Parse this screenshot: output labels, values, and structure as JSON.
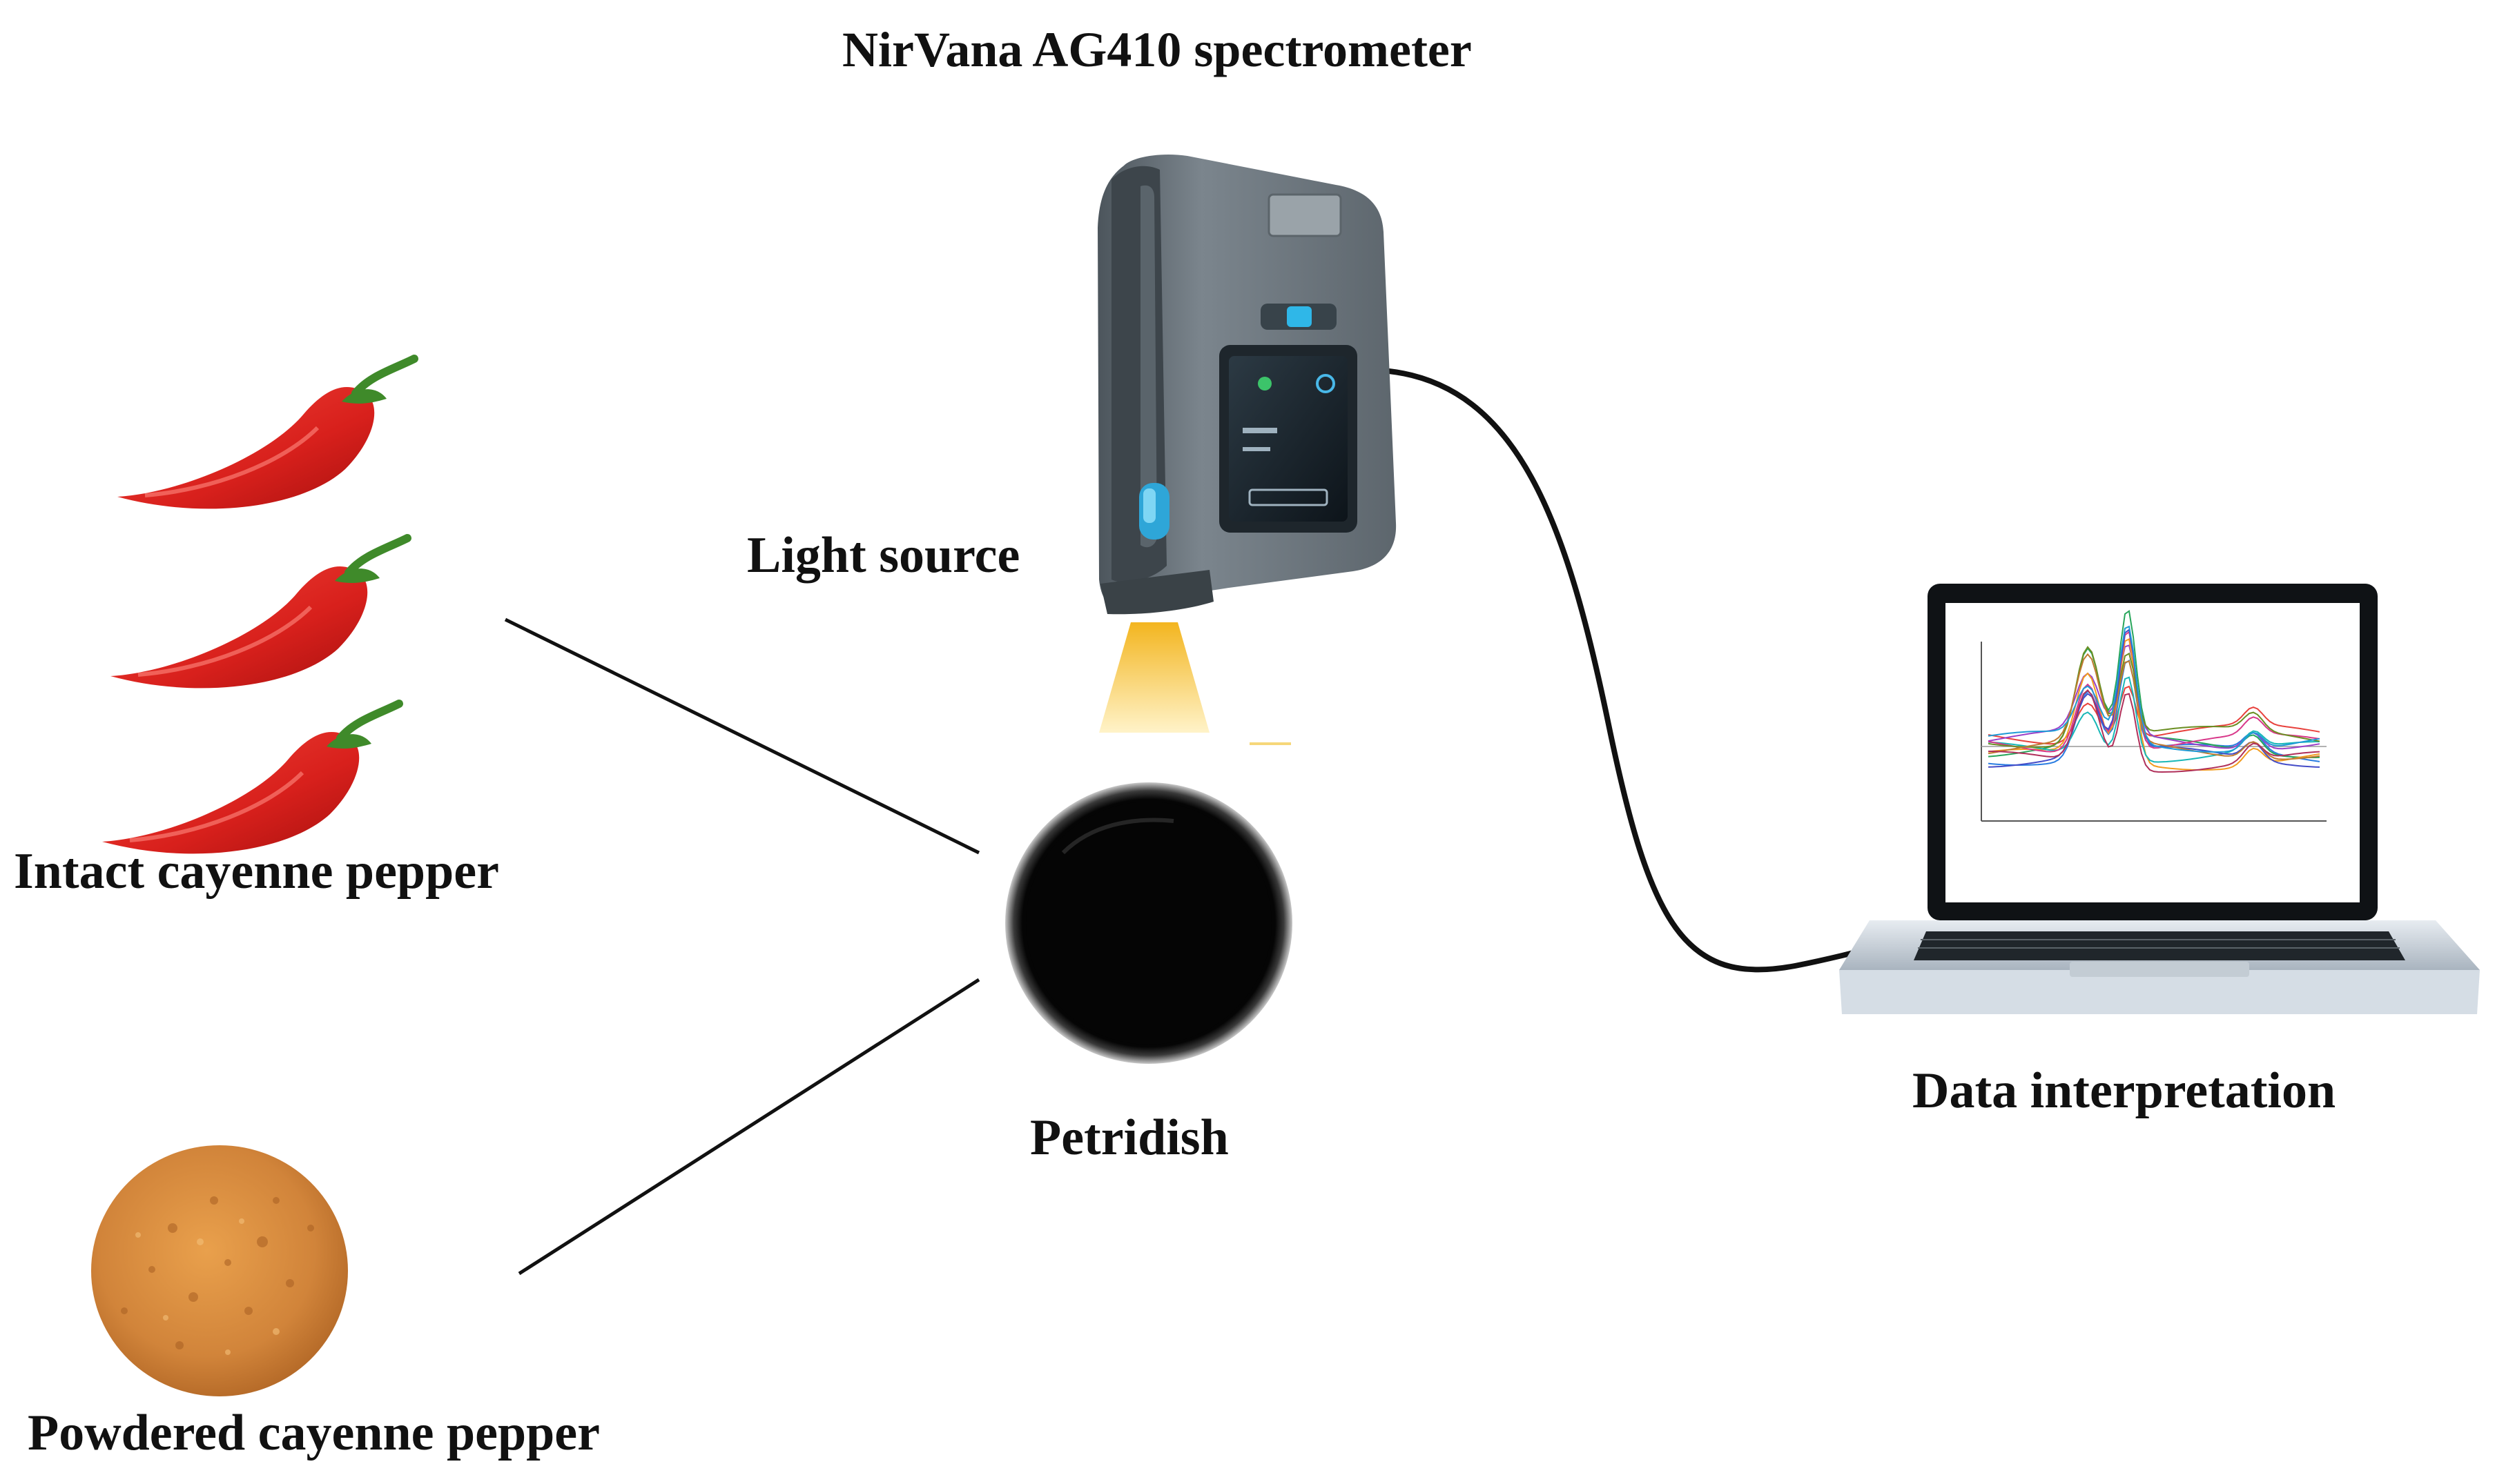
{
  "labels": {
    "title": "NirVana AG410 spectrometer",
    "light_source": "Light source",
    "intact": "Intact cayenne pepper",
    "petridish": "Petridish",
    "data": "Data interpretation",
    "powdered": "Powdered cayenne pepper"
  },
  "icons": {
    "pepper": "chili-pepper-icon",
    "powder": "pepper-powder-pile-icon",
    "spectrometer": "handheld-spectrometer-icon",
    "petri": "petri-dish-icon",
    "laptop": "laptop-icon"
  },
  "colors": {
    "pepper_red": "#d8201c",
    "stem_green": "#3f8a2a",
    "powder": "#d98a3a",
    "light": "#f6c233",
    "device": "#6e7880",
    "dish": "#0a0a0a",
    "cable": "#111111"
  },
  "spectrum_plot": {
    "type": "line",
    "series_count": 12
  }
}
